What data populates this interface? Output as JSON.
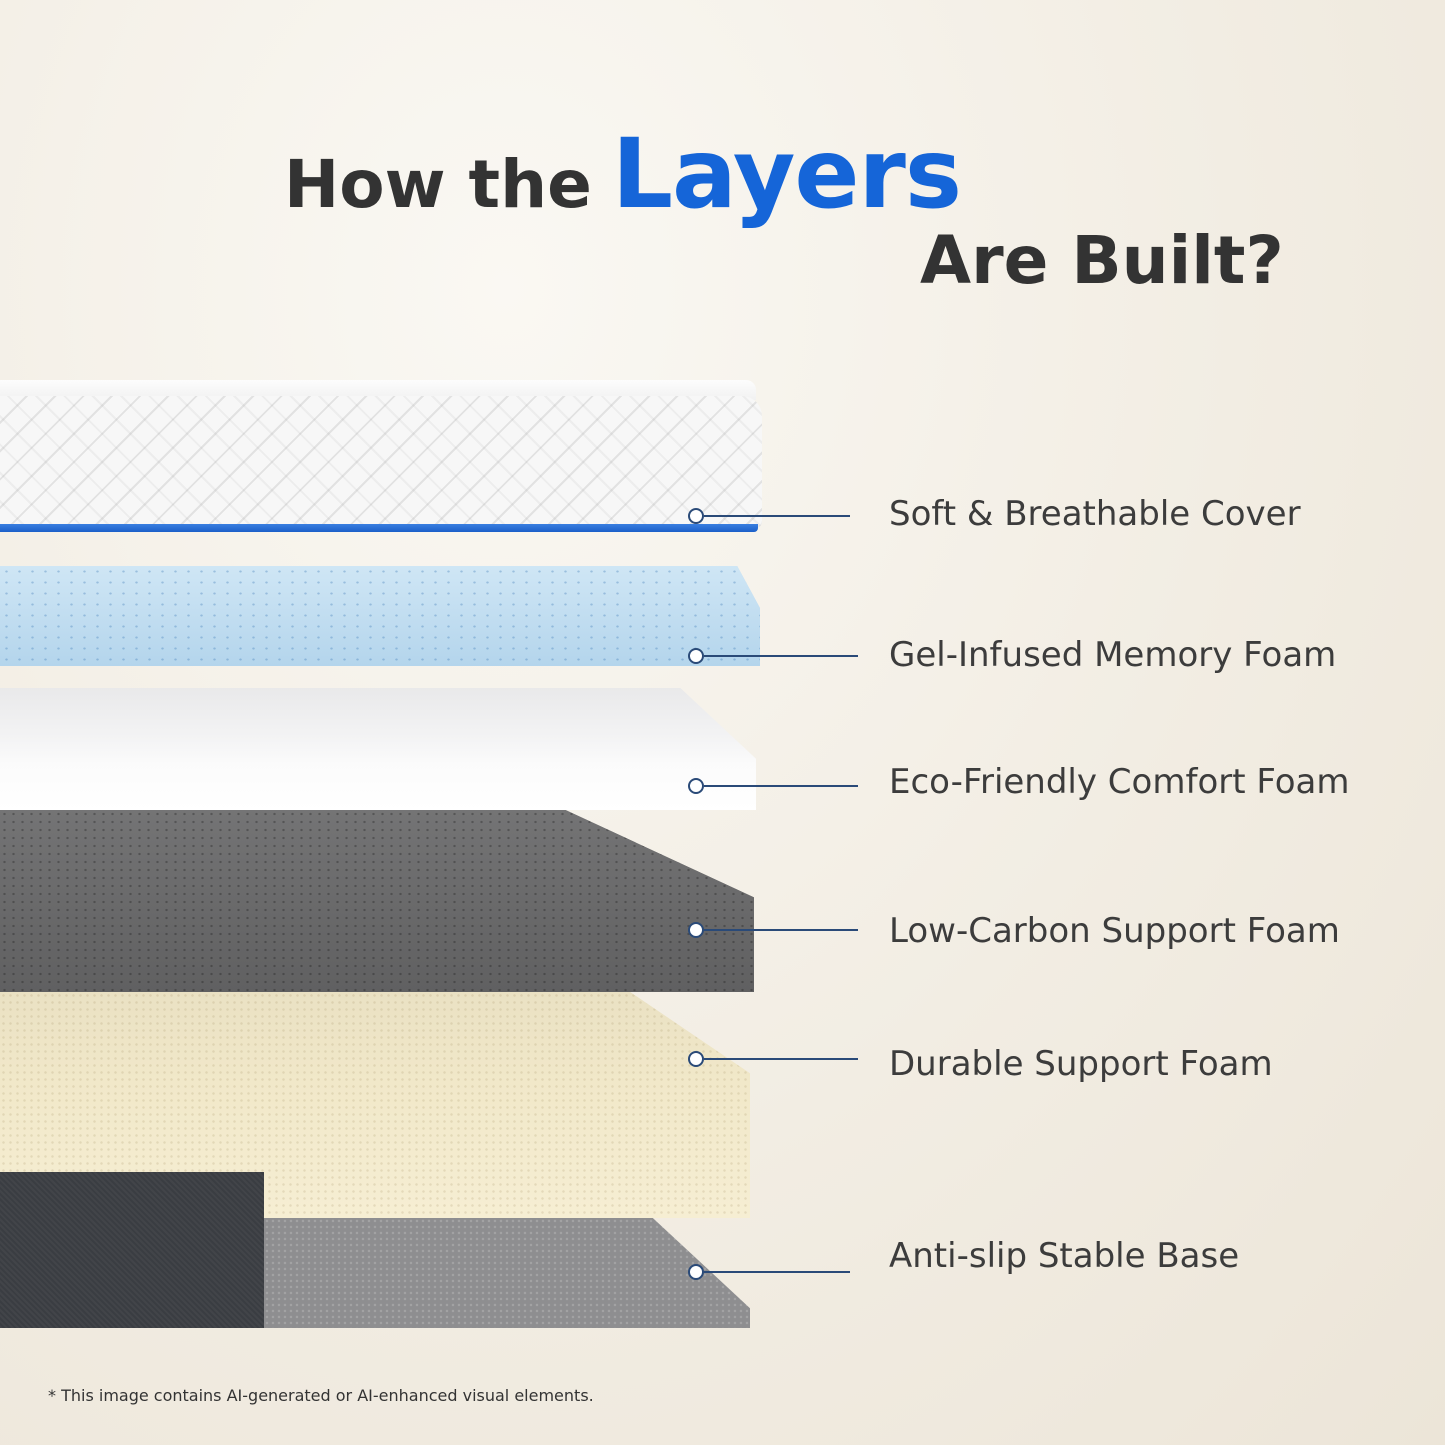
{
  "title": {
    "prefix": "How the",
    "accent": "Layers",
    "suffix": "Are Built?"
  },
  "layers": [
    {
      "label": "Soft & Breathable Cover"
    },
    {
      "label": "Gel-Infused Memory Foam"
    },
    {
      "label": "Eco-Friendly Comfort Foam"
    },
    {
      "label": "Low-Carbon Support Foam"
    },
    {
      "label": "Durable Support Foam"
    },
    {
      "label": "Anti-slip Stable Base"
    }
  ],
  "footnote": "* This image contains AI-generated or AI-enhanced visual elements.",
  "colors": {
    "accent": "#1565d8",
    "text": "#333333",
    "callout_line": "#2a4a78"
  }
}
